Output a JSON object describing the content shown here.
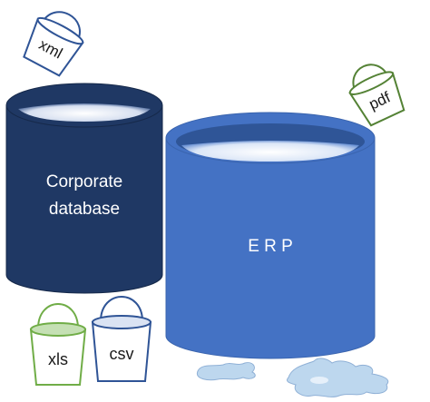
{
  "corporate_db": {
    "line1": "Corporate",
    "line2": "database",
    "color": "#1F3864"
  },
  "erp": {
    "label": "E R P",
    "color": "#4472C4"
  },
  "buckets": {
    "xml": {
      "label": "xml",
      "color": "#2F5496"
    },
    "pdf": {
      "label": "pdf",
      "color": "#548235"
    },
    "xls": {
      "label": "xls",
      "color": "#70AD47"
    },
    "csv": {
      "label": "csv",
      "color": "#2F5496"
    }
  },
  "spill_color": "#BDD7EE"
}
